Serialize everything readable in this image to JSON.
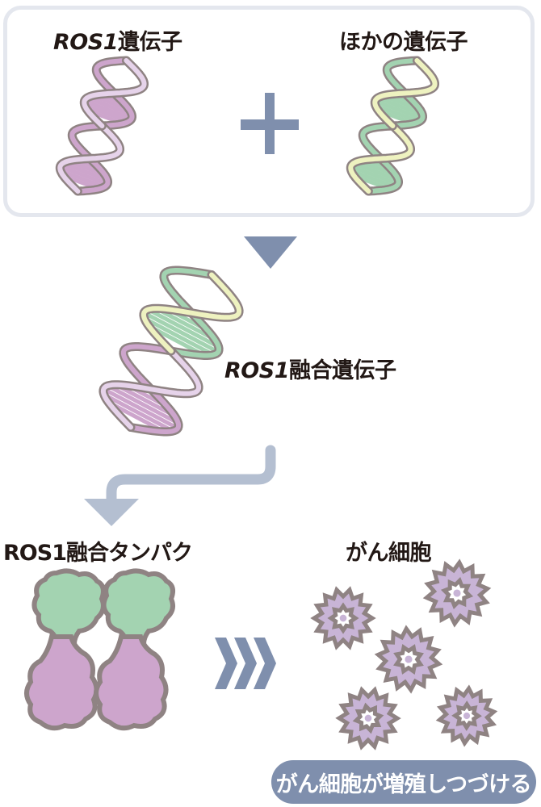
{
  "top_panel": {
    "left_gene": {
      "italic_part": "ROS1",
      "rest": "遺伝子",
      "strand_colors": [
        "#cda5cc",
        "#e6d3ea"
      ]
    },
    "right_gene": {
      "label": "ほかの遺伝子",
      "strand_colors": [
        "#a3d3b1",
        "#eef2c0"
      ]
    },
    "operator": "+"
  },
  "fusion_gene": {
    "italic_part": "ROS1",
    "rest": "融合遺伝子"
  },
  "fusion_protein": {
    "label": "ROS1融合タンパク",
    "colors": {
      "head": "#a3d3b1",
      "body": "#cda5cc",
      "outline": "#8f8383"
    }
  },
  "cancer_cells": {
    "label": "がん細胞",
    "count": 5,
    "colors": {
      "fill": "#c8b4d6",
      "outline": "#8f8383"
    }
  },
  "result_badge": {
    "label": "がん細胞が増殖しつづける"
  },
  "colors": {
    "arrow_dark": "#7f8fad",
    "arrow_light": "#b4bfd1",
    "box_border": "#e4e7ee",
    "text": "#221815",
    "helix_outline": "#8f8383"
  }
}
